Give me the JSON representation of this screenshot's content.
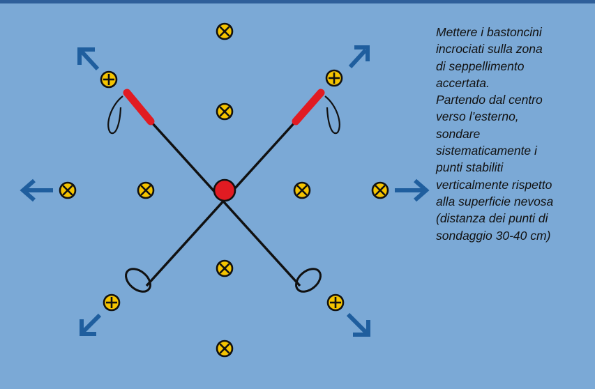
{
  "colors": {
    "background": "#7ba9d6",
    "top_border": "#2f5f9a",
    "arrow": "#1f5e9e",
    "probe_point": "#f5c400",
    "center_point": "#e11b22",
    "pole_grip": "#e11b22",
    "pole": "#111111"
  },
  "icons": {
    "probe_point": "circle-x-icon",
    "pole_point": "circle-plus-icon",
    "direction": "arrow-icon"
  },
  "caption": {
    "lines": [
      "Mettere i bastoncini",
      "incrociati sulla zona",
      "di seppellimento",
      "accertata.",
      "Partendo dal centro",
      "verso l’esterno,",
      "sondare",
      "sistematicamente i",
      "punti stabiliti",
      "verticalmente rispetto",
      "alla superficie nevosa",
      "(distanza dei punti di",
      "sondaggio 30-40 cm)"
    ]
  }
}
